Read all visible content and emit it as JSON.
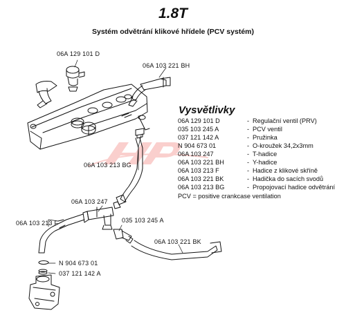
{
  "header": {
    "title": "1.8T",
    "subtitle": "Systém odvětrání klikové hřídele (PCV systém)"
  },
  "labels": {
    "valve": "06A 129 101 D",
    "y_hose": "06A 103 221 BH",
    "connecting_hose": "06A 103 213 BG",
    "t_hose": "06A 103 247",
    "crankcase_hose": "06A 103 213 F",
    "pcv_valve": "035 103 245 A",
    "intake_hose": "06A 103 221 BK",
    "o_ring": "N  904 673 01",
    "spring": "037 121 142 A"
  },
  "legend": {
    "title": "Vysvětlivky",
    "items": [
      {
        "code": "06A 129 101 D",
        "desc": "Regulační ventil (PRV)"
      },
      {
        "code": "035 103 245 A",
        "desc": "PCV ventil"
      },
      {
        "code": "037 121 142 A",
        "desc": "Pružinka"
      },
      {
        "code": "N   904 673 01",
        "desc": "O-kroužek 34,2x3mm"
      },
      {
        "code": "06A 103 247",
        "desc": "T-hadice"
      },
      {
        "code": "06A 103 221 BH",
        "desc": "Y-hadice"
      },
      {
        "code": "06A 103 213 F",
        "desc": "Hadice z klikové skříně"
      },
      {
        "code": "06A 103 221 BK",
        "desc": "Hadička do sacích svodů"
      },
      {
        "code": "06A 103 213 BG",
        "desc": "Propojovací hadice odvětrání"
      }
    ],
    "dash": "-",
    "note": "PCV = positive crankcase ventilation"
  },
  "colors": {
    "line": "#111111",
    "watermark": "#e6322e"
  }
}
